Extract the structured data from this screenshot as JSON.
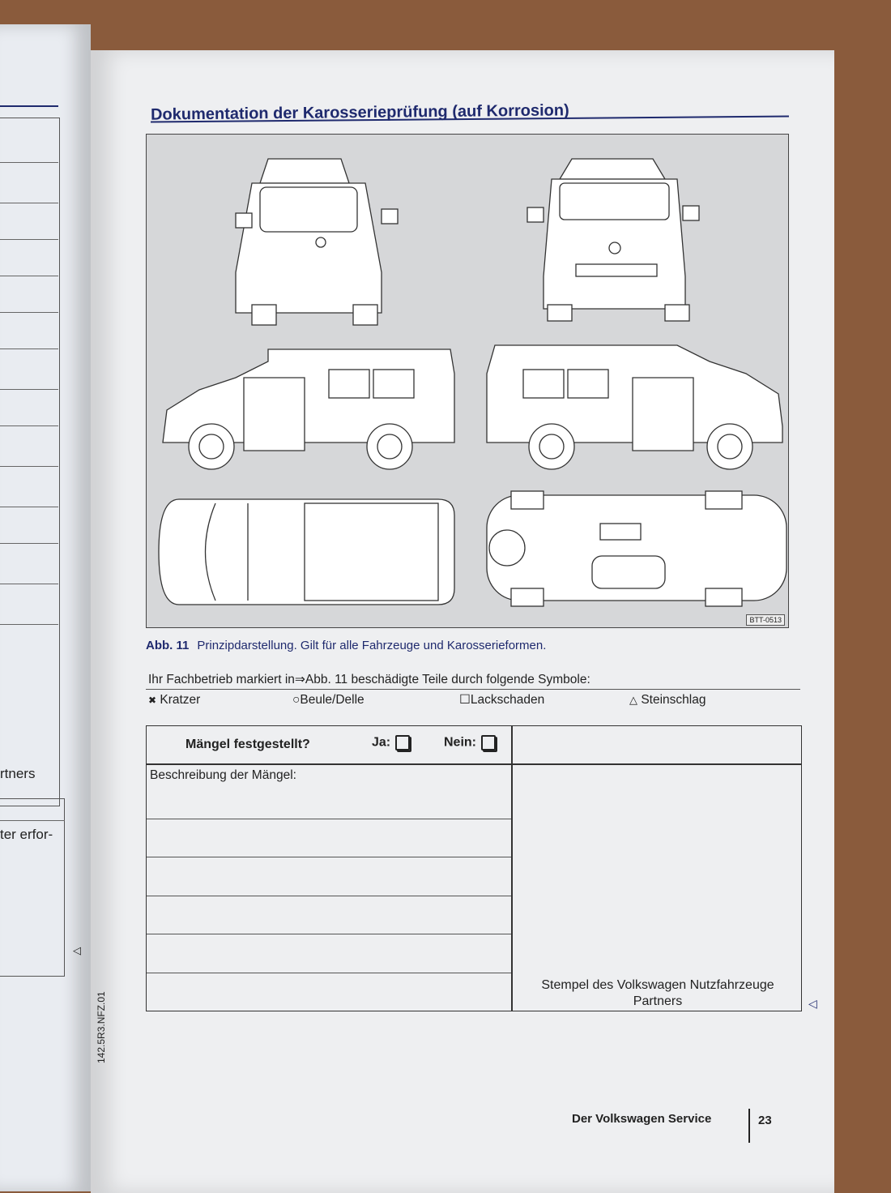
{
  "left_page": {
    "fragment_1": "rtners",
    "fragment_2": "ter erfor-",
    "marker": "◁",
    "doc_code": "142.5R3.NFZ.01"
  },
  "page": {
    "title": "Dokumentation der Karosserieprüfung (auf Korrosion)",
    "figure": {
      "code": "BTT-0513",
      "caption_label": "Abb. 11",
      "caption_text": "Prinzipdarstellung. Gilt für alle Fahrzeuge und Karosserieformen."
    },
    "instruction": "Ihr Fachbetrieb markiert in⇒Abb. 11 beschädigte Teile durch folgende Symbole:",
    "symbols": [
      {
        "glyph": "✖",
        "label": "Kratzer"
      },
      {
        "glyph": "○",
        "label": "Beule/Delle"
      },
      {
        "glyph": "☐",
        "label": "Lackschaden"
      },
      {
        "glyph": "△",
        "label": "Steinschlag"
      }
    ],
    "form": {
      "question": "Mängel festgestellt?",
      "yes": "Ja:",
      "no": "Nein:",
      "description_label": "Beschreibung der Mängel:",
      "stamp_line1": "Stempel des Volkswagen Nutzfahrzeuge",
      "stamp_line2": "Partners",
      "marker": "◁"
    },
    "footer": {
      "section": "Der Volkswagen Service",
      "page_number": "23"
    }
  }
}
